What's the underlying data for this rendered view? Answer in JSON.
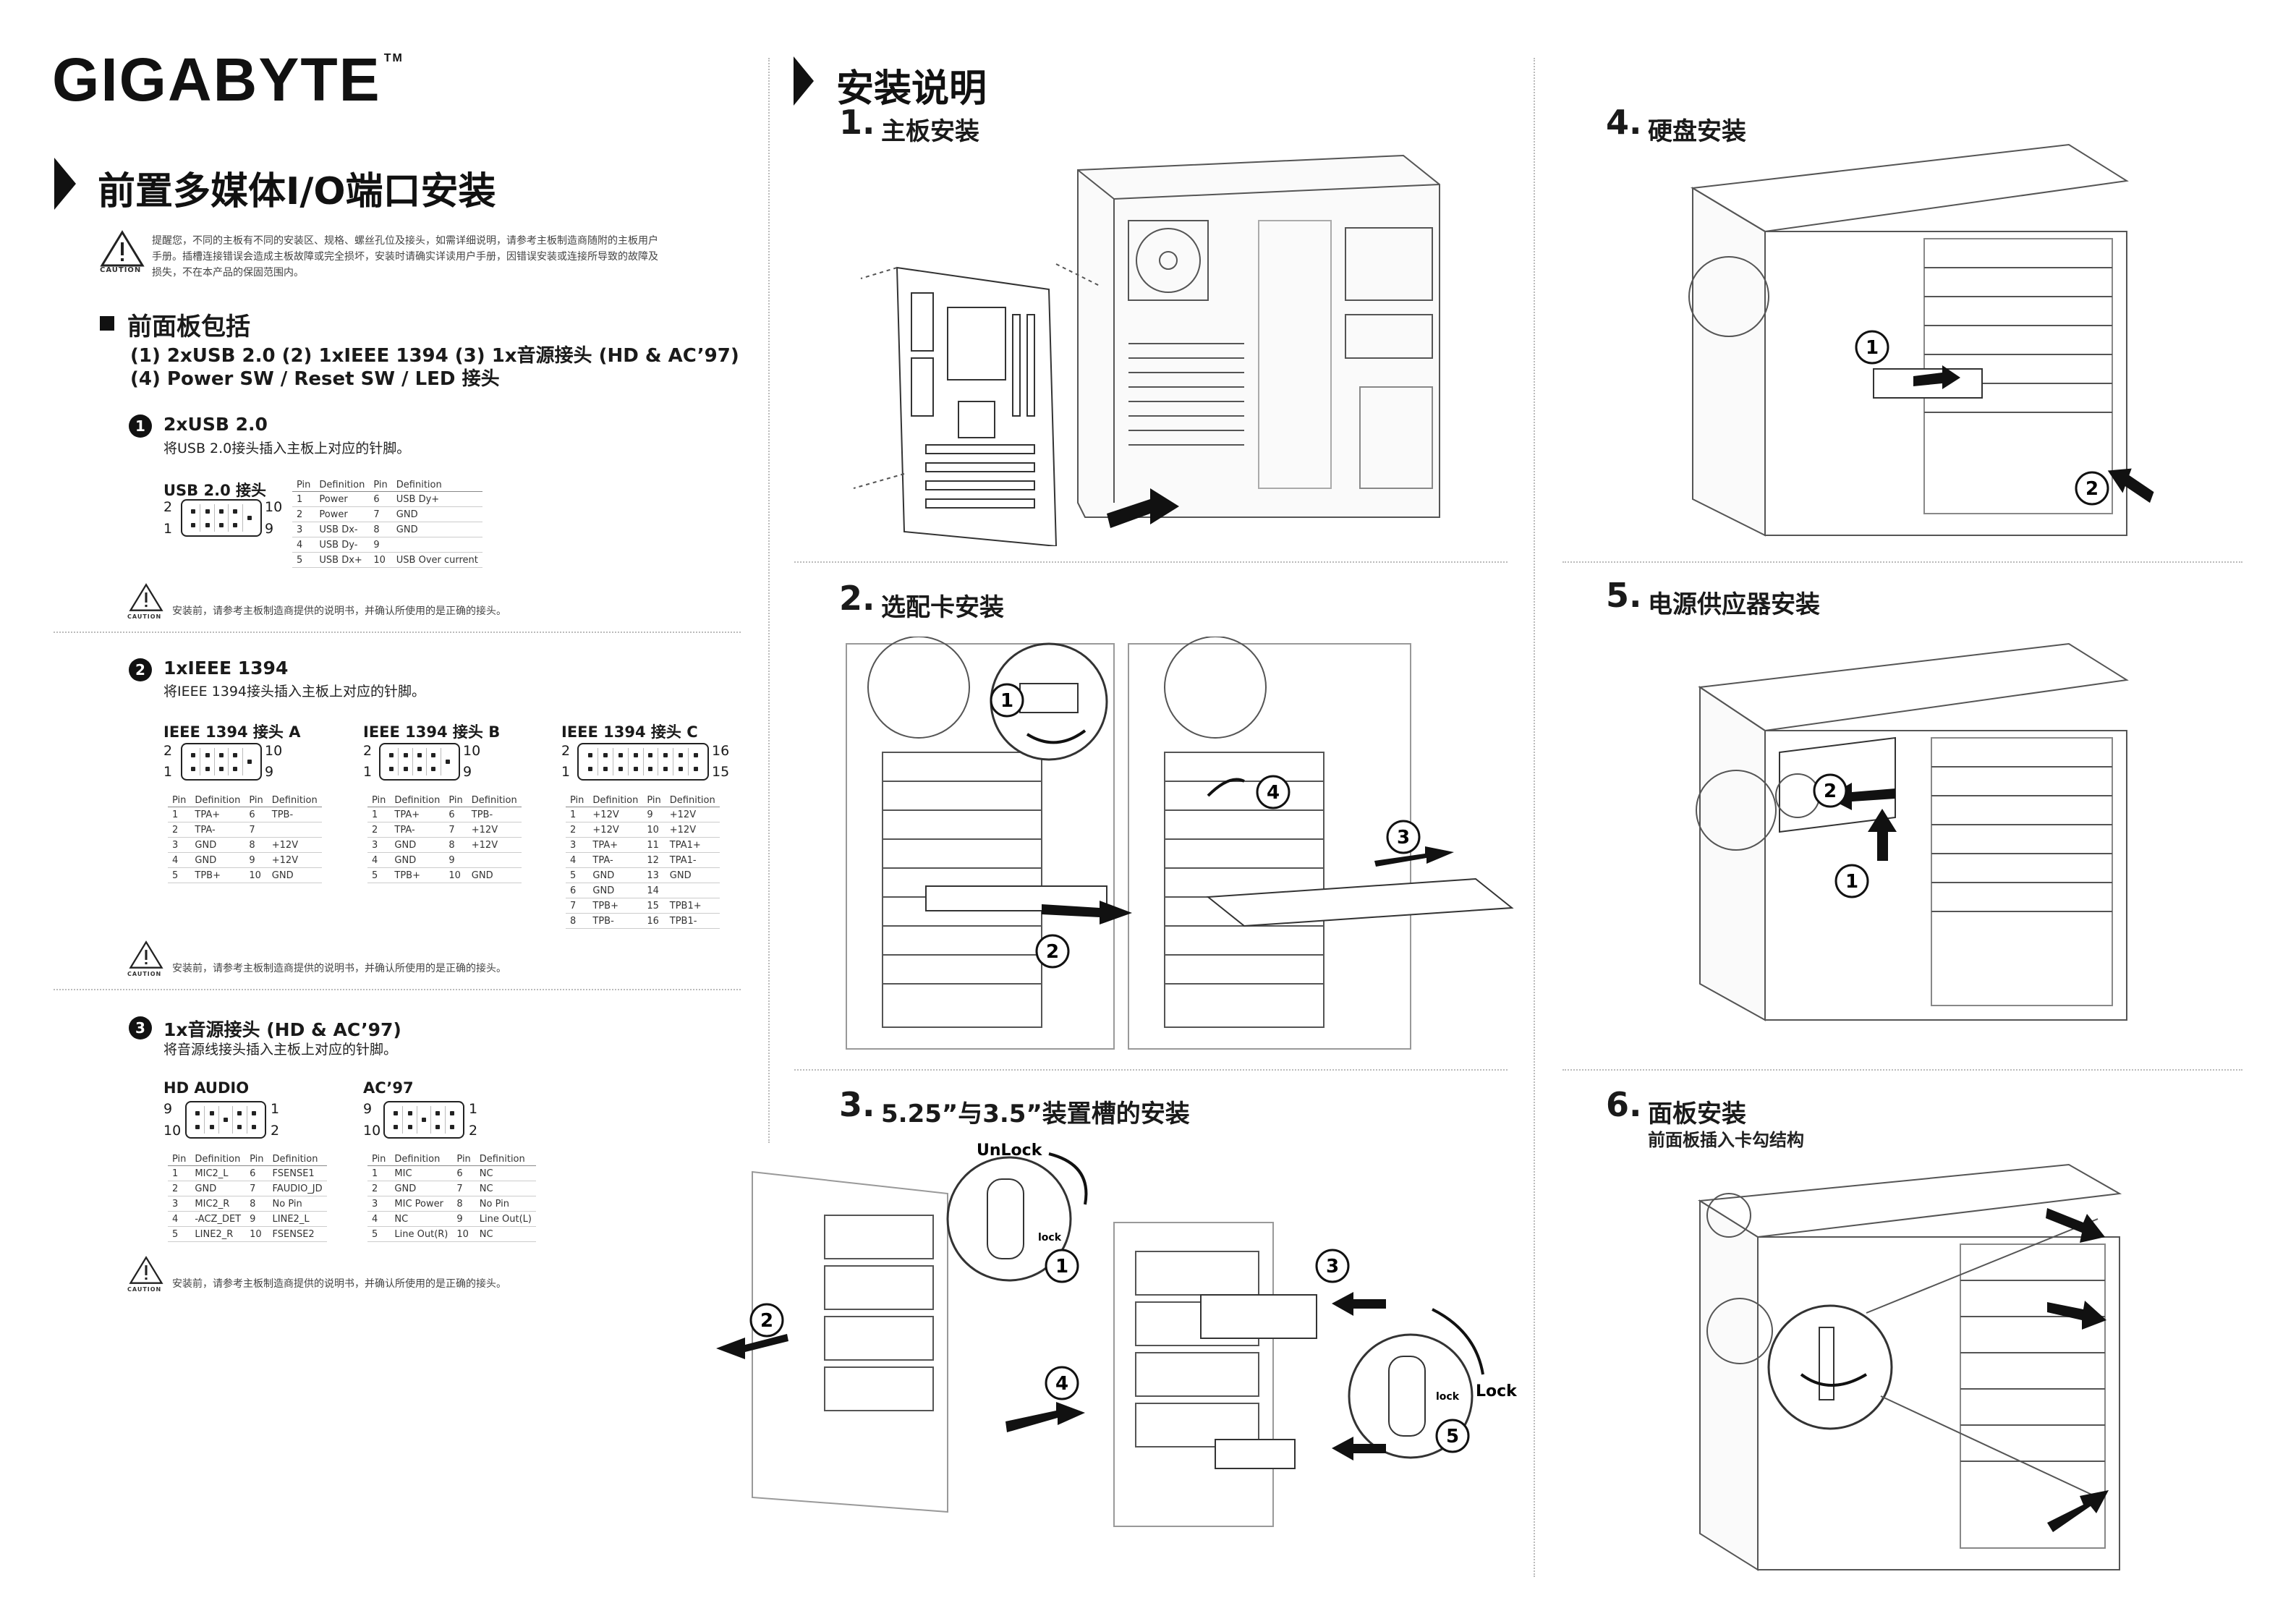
{
  "brand": {
    "logo": "GIGABYTE",
    "tm": "TM"
  },
  "left": {
    "title": "前置多媒体I/O端口安装",
    "caution_label": "CAUTION",
    "warning_text_1": "提醒您，不同的主板有不同的安装区、规格、螺丝孔位及接头，如需详细说明，请参考主板制造商随附的主板用户",
    "warning_text_2": "手册。插槽连接错误会造成主板故障或完全损坏，安装时请确实详读用户手册，因错误安装或连接所导致的故障及",
    "warning_text_3": "损失，不在本产品的保固范围内。",
    "panel_heading": "前面板包括",
    "panel_line1": "(1) 2xUSB 2.0   (2) 1xIEEE 1394   (3) 1x音源接头 (HD & AC’97)",
    "panel_line2": "(4) Power SW / Reset SW / LED 接头",
    "section_warning": "安装前，请参考主板制造商提供的说明书，并确认所使用的是正确的接头。",
    "usb": {
      "num": "1",
      "title": "2xUSB 2.0",
      "sub": "将USB 2.0接头插入主板上对应的针脚。",
      "connector_label": "USB 2.0 接头",
      "pin_tl": "2",
      "pin_tr": "10",
      "pin_bl": "1",
      "pin_br": "9",
      "headers": [
        "Pin",
        "Definition",
        "Pin",
        "Definition"
      ],
      "rows": [
        [
          "1",
          "Power",
          "6",
          "USB Dy+"
        ],
        [
          "2",
          "Power",
          "7",
          "GND"
        ],
        [
          "3",
          "USB Dx-",
          "8",
          "GND"
        ],
        [
          "4",
          "USB Dy-",
          "9",
          ""
        ],
        [
          "5",
          "USB Dx+",
          "10",
          "USB Over current"
        ]
      ]
    },
    "ieee": {
      "num": "2",
      "title": "1xIEEE 1394",
      "sub": "将IEEE 1394接头插入主板上对应的针脚。",
      "a_label": "IEEE 1394 接头  A",
      "b_label": "IEEE 1394 接头 B",
      "c_label": "IEEE 1394 接头  C",
      "a_pins": [
        "2",
        "10",
        "1",
        "9"
      ],
      "b_pins": [
        "2",
        "10",
        "1",
        "9"
      ],
      "c_pins": [
        "2",
        "16",
        "1",
        "15"
      ],
      "headers": [
        "Pin",
        "Definition",
        "Pin",
        "Definition"
      ],
      "a_rows": [
        [
          "1",
          "TPA+",
          "6",
          "TPB-"
        ],
        [
          "2",
          "TPA-",
          "7",
          ""
        ],
        [
          "3",
          "GND",
          "8",
          "+12V"
        ],
        [
          "4",
          "GND",
          "9",
          "+12V"
        ],
        [
          "5",
          "TPB+",
          "10",
          "GND"
        ]
      ],
      "b_rows": [
        [
          "1",
          "TPA+",
          "6",
          "TPB-"
        ],
        [
          "2",
          "TPA-",
          "7",
          "+12V"
        ],
        [
          "3",
          "GND",
          "8",
          "+12V"
        ],
        [
          "4",
          "GND",
          "9",
          ""
        ],
        [
          "5",
          "TPB+",
          "10",
          "GND"
        ]
      ],
      "c_rows": [
        [
          "1",
          "+12V",
          "9",
          "+12V"
        ],
        [
          "2",
          "+12V",
          "10",
          "+12V"
        ],
        [
          "3",
          "TPA+",
          "11",
          "TPA1+"
        ],
        [
          "4",
          "TPA-",
          "12",
          "TPA1-"
        ],
        [
          "5",
          "GND",
          "13",
          "GND"
        ],
        [
          "6",
          "GND",
          "14",
          ""
        ],
        [
          "7",
          "TPB+",
          "15",
          "TPB1+"
        ],
        [
          "8",
          "TPB-",
          "16",
          "TPB1-"
        ]
      ]
    },
    "audio": {
      "num": "3",
      "title": "1x音源接头  (HD & AC’97)",
      "sub": "将音源线接头插入主板上对应的针脚。",
      "hd_label": "HD AUDIO",
      "ac_label": "AC’97",
      "hd_pins": [
        "9",
        "1",
        "10",
        "2"
      ],
      "ac_pins": [
        "9",
        "1",
        "10",
        "2"
      ],
      "headers": [
        "Pin",
        "Definition",
        "Pin",
        "Definition"
      ],
      "hd_rows": [
        [
          "1",
          "MIC2_L",
          "6",
          "FSENSE1"
        ],
        [
          "2",
          "GND",
          "7",
          "FAUDIO_JD"
        ],
        [
          "3",
          "MIC2_R",
          "8",
          "No Pin"
        ],
        [
          "4",
          "-ACZ_DET",
          "9",
          "LINE2_L"
        ],
        [
          "5",
          "LINE2_R",
          "10",
          "FSENSE2"
        ]
      ],
      "ac_rows": [
        [
          "1",
          "MIC",
          "6",
          "NC"
        ],
        [
          "2",
          "GND",
          "7",
          "NC"
        ],
        [
          "3",
          "MIC Power",
          "8",
          "No Pin"
        ],
        [
          "4",
          "NC",
          "9",
          "Line Out(L)"
        ],
        [
          "5",
          "Line Out(R)",
          "10",
          "NC"
        ]
      ]
    }
  },
  "install": {
    "title": "安装说明",
    "s1": {
      "num": "1.",
      "title": "主板安装"
    },
    "s2": {
      "num": "2.",
      "title": "选配卡安装",
      "c1": "1",
      "c2": "2",
      "c3": "3",
      "c4": "4"
    },
    "s3": {
      "num": "3.",
      "title": "5.25”与3.5”装置槽的安装",
      "unlock": "UnLock",
      "lock": "Lock",
      "lk1": "lock",
      "lk2": "lock",
      "c1": "1",
      "c2": "2",
      "c3": "3",
      "c4": "4",
      "c5": "5"
    },
    "s4": {
      "num": "4.",
      "title": "硬盘安装",
      "c1": "1",
      "c2": "2"
    },
    "s5": {
      "num": "5.",
      "title": "电源供应器安装",
      "c1": "1",
      "c2": "2"
    },
    "s6": {
      "num": "6.",
      "title": "面板安装",
      "sub": "前面板插入卡勾结构"
    }
  }
}
